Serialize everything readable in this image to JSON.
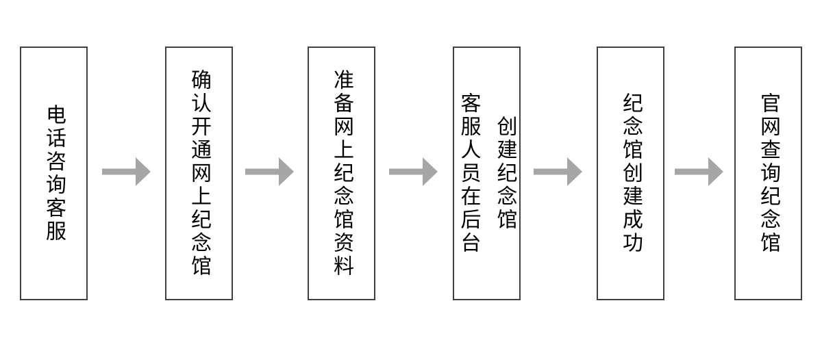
{
  "diagram": {
    "type": "flowchart",
    "direction": "left-to-right",
    "steps": [
      {
        "label": "电话咨询客服"
      },
      {
        "label": "确认开通网上纪念馆"
      },
      {
        "label": "准备网上纪念馆资料"
      },
      {
        "label": "客服人员在后台\n创建纪念馆"
      },
      {
        "label": "纪念馆创建成功"
      },
      {
        "label": "官网查询纪念馆"
      }
    ],
    "connectors": [
      {
        "from": 1,
        "to": 2,
        "type": "arrow-right"
      },
      {
        "from": 2,
        "to": 3,
        "type": "arrow-right"
      },
      {
        "from": 3,
        "to": 4,
        "type": "arrow-right"
      },
      {
        "from": 4,
        "to": 5,
        "type": "arrow-right"
      },
      {
        "from": 5,
        "to": 6,
        "type": "arrow-right"
      }
    ],
    "colors": {
      "background": "#ffffff",
      "box_fill": "#ffffff",
      "box_border": "#404040",
      "text": "#000000",
      "arrow": "#a6a6a6"
    }
  }
}
